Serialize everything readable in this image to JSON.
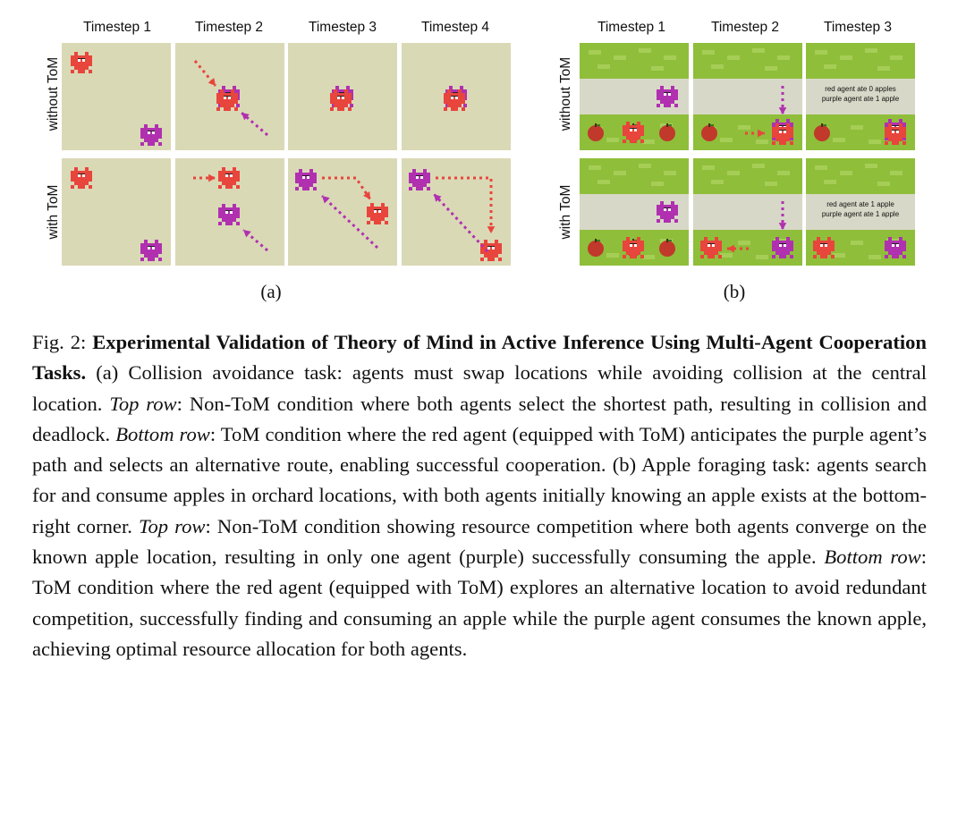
{
  "figure": {
    "panel_a": {
      "columns": [
        "Timestep 1",
        "Timestep 2",
        "Timestep 3",
        "Timestep 4"
      ],
      "rows": [
        "without ToM",
        "with ToM"
      ],
      "label": "(a)"
    },
    "panel_b": {
      "columns": [
        "Timestep 1",
        "Timestep 2",
        "Timestep 3"
      ],
      "rows": [
        "without ToM",
        "with ToM"
      ],
      "label": "(b)",
      "messages": {
        "without": [
          "red agent ate 0 apples",
          "purple agent ate 1 apple"
        ],
        "with": [
          "red agent ate 1 apple",
          "purple agent ate 1 apple"
        ]
      }
    },
    "colors": {
      "red_agent": "#e8453c",
      "purple_agent": "#b030b0",
      "ground": "#dad9b6",
      "grass": "#8fbe3a",
      "apple": "#c0392b"
    }
  },
  "caption": {
    "prefix": "Fig. 2: ",
    "title": "Experimental Validation of Theory of Mind in Active Inference Using Multi-Agent Cooperation Tasks.",
    "part_a": " (a) Collision avoidance task: agents must swap locations while avoiding collision at the central location. ",
    "top_row_a_label": "Top row",
    "top_row_a": ": Non-ToM condition where both agents select the shortest path, resulting in collision and deadlock. ",
    "bottom_row_a_label": "Bottom row",
    "bottom_row_a": ": ToM condition where the red agent (equipped with ToM) anticipates the purple agent’s path and selects an alternative route, enabling successful cooperation. (b) Apple foraging task: agents search for and consume apples in orchard locations, with both agents initially knowing an apple exists at the bottom-right corner. ",
    "top_row_b_label": "Top row",
    "top_row_b": ": Non-ToM condition showing resource competition where both agents converge on the known apple location, resulting in only one agent (purple) successfully consuming the apple. ",
    "bottom_row_b_label": "Bottom row",
    "bottom_row_b": ": ToM condition where the red agent (equipped with ToM) explores an alternative location to avoid redundant competition, successfully finding and consuming an apple while the purple agent consumes the known apple, achieving optimal resource allocation for both agents."
  }
}
